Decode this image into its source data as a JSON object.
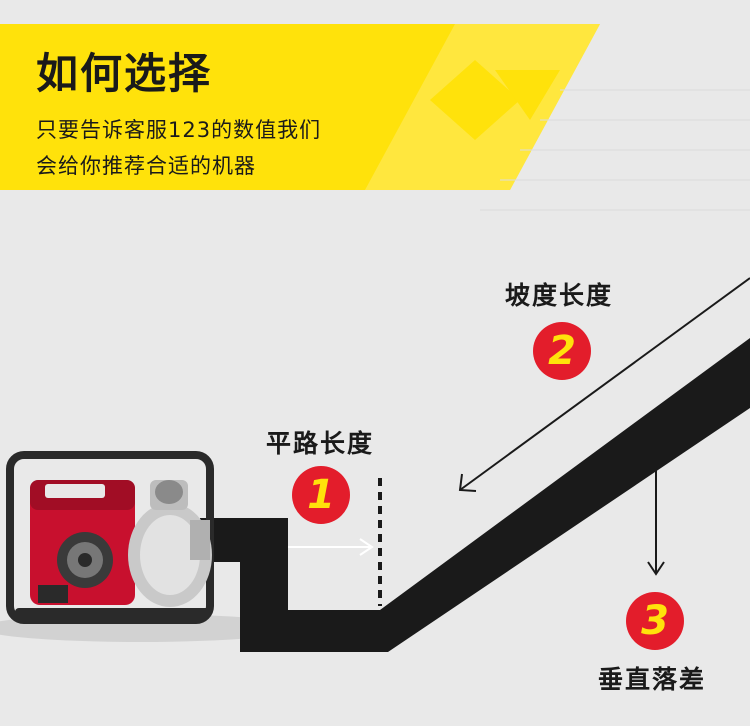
{
  "header": {
    "title": "如何选择",
    "line1": "只要告诉客服123的数值我们",
    "line2": "会给你推荐合适的机器"
  },
  "steps": [
    {
      "number": "1",
      "label": "平路长度"
    },
    {
      "number": "2",
      "label": "坡度长度"
    },
    {
      "number": "3",
      "label": "垂直落差"
    }
  ],
  "colors": {
    "banner_yellow": "#ffe20b",
    "badge_red": "#e31d2b",
    "badge_number": "#ffe20b",
    "pipe": "#1a1a1a",
    "background": "#e9e9e9",
    "pump_red": "#c8102e"
  }
}
